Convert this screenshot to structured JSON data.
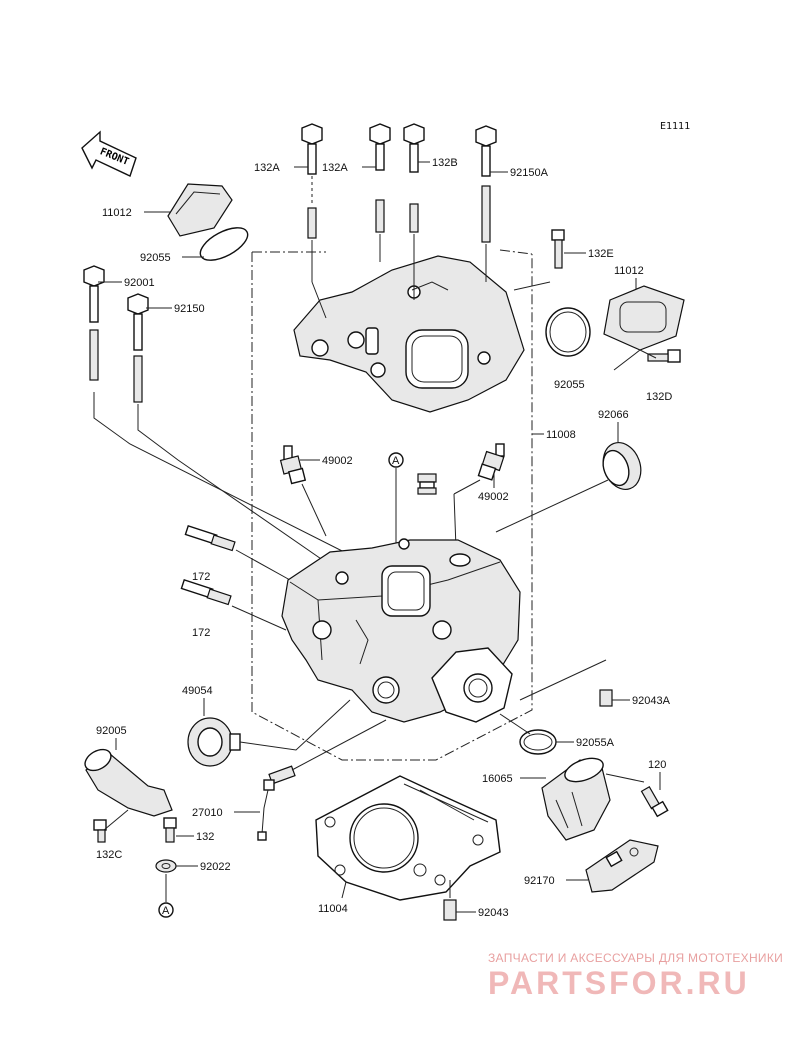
{
  "diagram_code": "E1111",
  "front_label": "FRONT",
  "parts": {
    "p132A_1": "132A",
    "p132A_2": "132A",
    "p132B": "132B",
    "p92150A": "92150A",
    "p11012_top": "11012",
    "p92055_top": "92055",
    "p132E": "132E",
    "p11012_right": "11012",
    "p92001": "92001",
    "p92150": "92150",
    "p92055_right": "92055",
    "p132D": "132D",
    "p11008": "11008",
    "p92066": "92066",
    "p49002_left": "49002",
    "ref_A_top": "A",
    "p49002_right": "49002",
    "p172_1": "172",
    "p172_2": "172",
    "p49054": "49054",
    "p92043A": "92043A",
    "p92005": "92005",
    "p92055A": "92055A",
    "p120": "120",
    "p16065": "16065",
    "p27010": "27010",
    "p132": "132",
    "p132C": "132C",
    "p92022": "92022",
    "p92170": "92170",
    "p11004": "11004",
    "ref_A_bottom": "A",
    "p92043": "92043"
  },
  "watermark": {
    "tagline": "ЗАПЧАСТИ И АКСЕССУАРЫ ДЛЯ МОТОТЕХНИКИ",
    "brand": "PARTSFOR.RU"
  }
}
